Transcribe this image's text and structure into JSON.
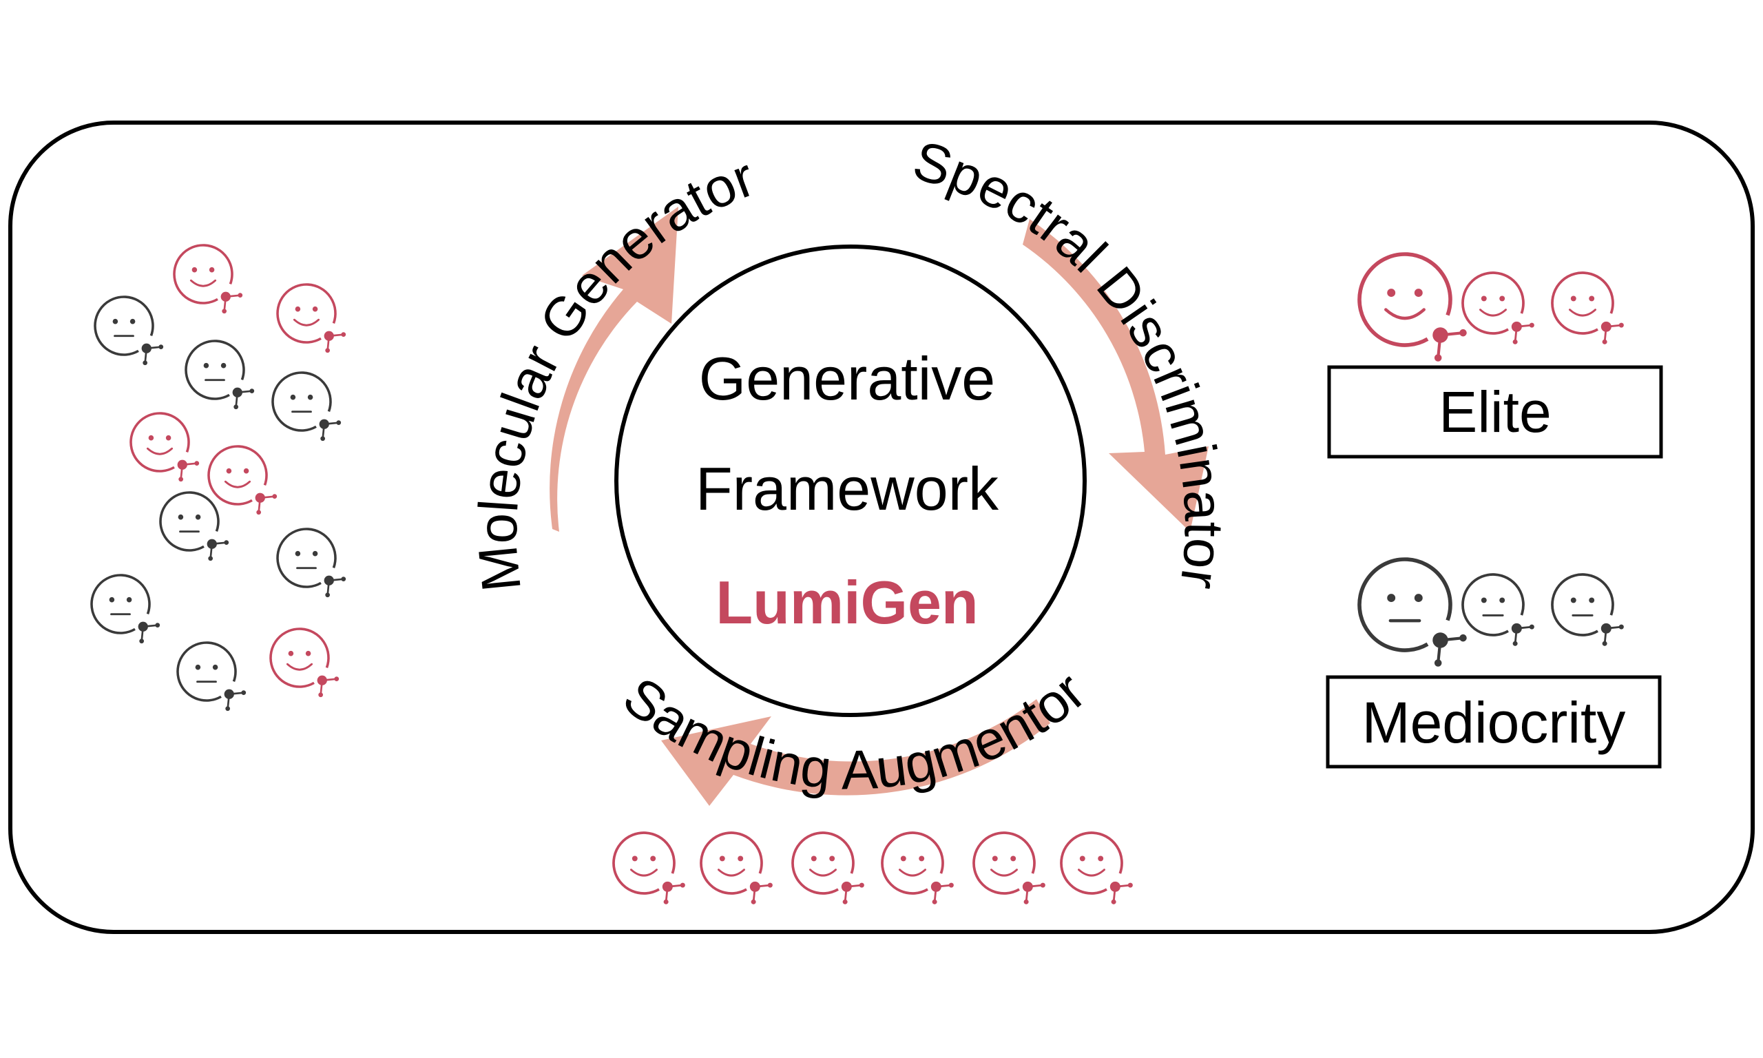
{
  "framework": {
    "line1": "Generative",
    "line2": "Framework",
    "brand": "LumiGen"
  },
  "cycle": {
    "generator": "Molecular Generator",
    "discriminator": "Spectral Discriminator",
    "augmentor": "Sampling Augmentor"
  },
  "categories": {
    "elite": "Elite",
    "mediocrity": "Mediocrity"
  },
  "icons": {
    "smiley": "smiley-molecule-icon",
    "neutral": "neutral-molecule-icon"
  },
  "colors": {
    "accent": "#C4485E",
    "neutral": "#3a3a3a",
    "arrow": "#E6A697",
    "border": "#000000"
  }
}
